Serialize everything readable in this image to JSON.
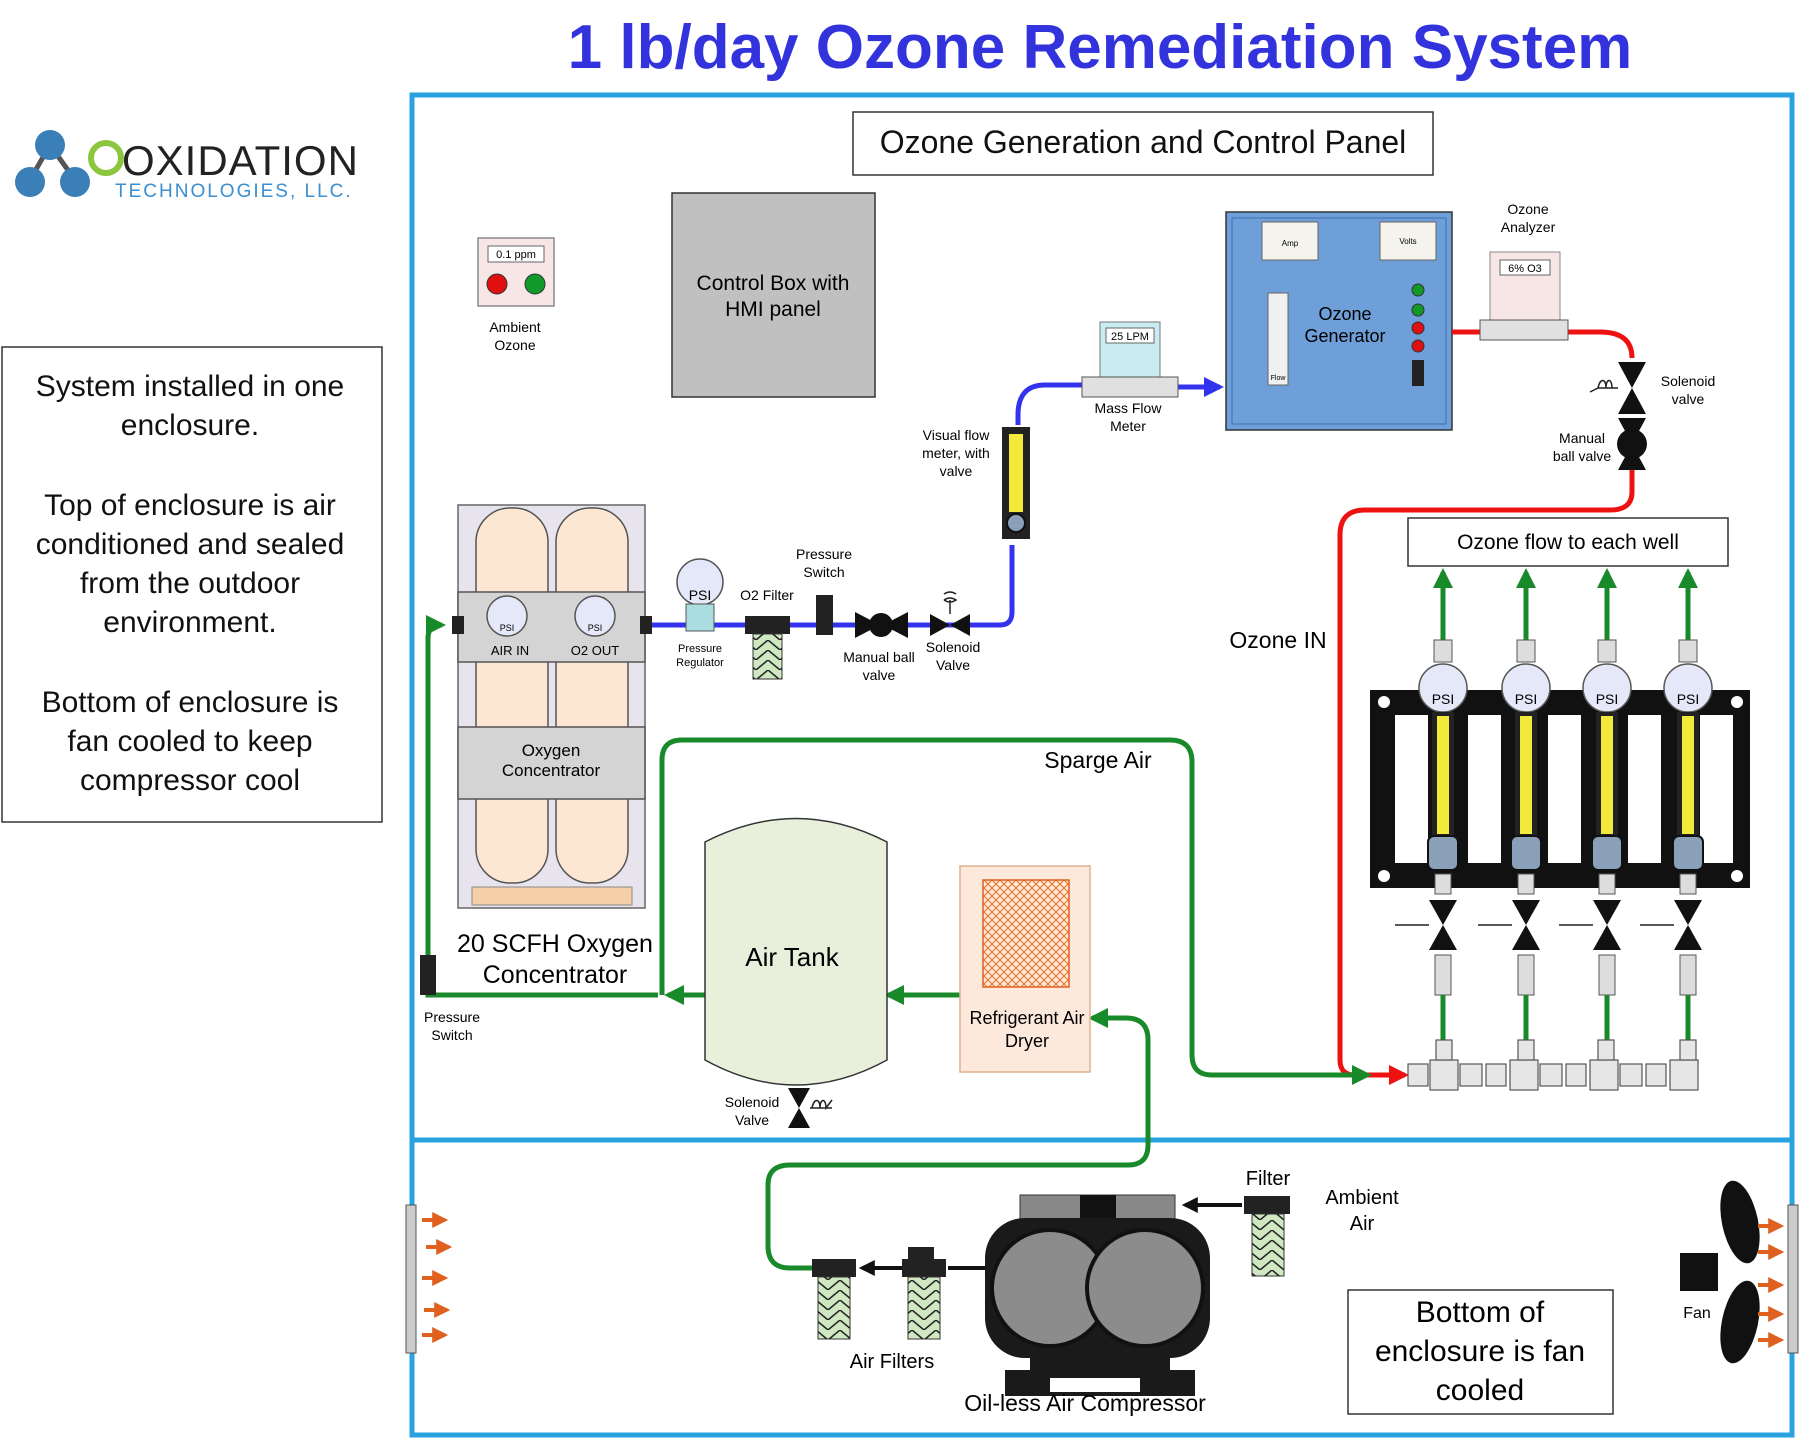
{
  "title": "1 lb/day Ozone Remediation System",
  "logo": {
    "name": "OXIDATION",
    "sub": "TECHNOLOGIES, LLC."
  },
  "notes": {
    "line1": "System installed in one",
    "line2": "enclosure.",
    "line3": "Top of enclosure is air",
    "line4": "conditioned and sealed",
    "line5": "from the outdoor",
    "line6": "environment.",
    "line7": "Bottom of enclosure is",
    "line8": "fan cooled  to keep",
    "line9": "compressor cool"
  },
  "panel_title": "Ozone Generation and Control Panel",
  "ambient_ozone": {
    "reading": "0.1 ppm",
    "label1": "Ambient",
    "label2": "Ozone"
  },
  "control_box": {
    "line1": "Control Box with",
    "line2": "HMI panel"
  },
  "concentrator": {
    "gauge_label": "PSI",
    "air_in": "AIR IN",
    "o2_out": "O2 OUT",
    "label1": "Oxygen",
    "label2": "Concentrator",
    "caption1": "20 SCFH Oxygen",
    "caption2": "Concentrator"
  },
  "pressure_regulator": {
    "gauge": "PSI",
    "label1": "Pressure",
    "label2": "Regulator"
  },
  "o2_filter": "O2 Filter",
  "pressure_switch_top": {
    "line1": "Pressure",
    "line2": "Switch"
  },
  "manual_ball_valve_1": {
    "line1": "Manual ball",
    "line2": "valve"
  },
  "solenoid_valve_1": {
    "line1": "Solenoid",
    "line2": "Valve"
  },
  "visual_flow_meter": {
    "line1": "Visual flow",
    "line2": "meter, with",
    "line3": "valve"
  },
  "mass_flow_meter": {
    "reading": "25 LPM",
    "line1": "Mass Flow",
    "line2": "Meter"
  },
  "ozone_generator": {
    "amp": "Amp",
    "volts": "Volts",
    "line1": "Ozone",
    "line2": "Generator",
    "flow": "Flow"
  },
  "ozone_analyzer": {
    "line1": "Ozone",
    "line2": "Analyzer",
    "reading": "6% O3"
  },
  "solenoid_valve_2": {
    "line1": "Solenoid",
    "line2": "valve"
  },
  "manual_ball_valve_2": {
    "line1": "Manual",
    "line2": "ball valve"
  },
  "ozone_flow_box": "Ozone flow to each well",
  "ozone_in": "Ozone IN",
  "manifold_psi": "PSI",
  "sparge_air": "Sparge Air",
  "air_tank": "Air Tank",
  "dryer": {
    "line1": "Refrigerant Air",
    "line2": "Dryer"
  },
  "solenoid_valve_3": {
    "line1": "Solenoid",
    "line2": "Valve"
  },
  "pressure_switch_bottom": {
    "line1": "Pressure",
    "line2": "Switch"
  },
  "filter": "Filter",
  "ambient_air": {
    "line1": "Ambient",
    "line2": "Air"
  },
  "air_filters": "Air Filters",
  "compressor": "Oil-less Air Compressor",
  "fan": "Fan",
  "bottom_note": {
    "line1": "Bottom of",
    "line2": "enclosure is fan",
    "line3": "cooled"
  },
  "colors": {
    "title": "#3333dd",
    "enclosure": "#29a3e0",
    "oxygen_line": "#3333ee",
    "ozone_line": "#ee1111",
    "air_line": "#198a2a",
    "generator": "#6e9fd8"
  }
}
